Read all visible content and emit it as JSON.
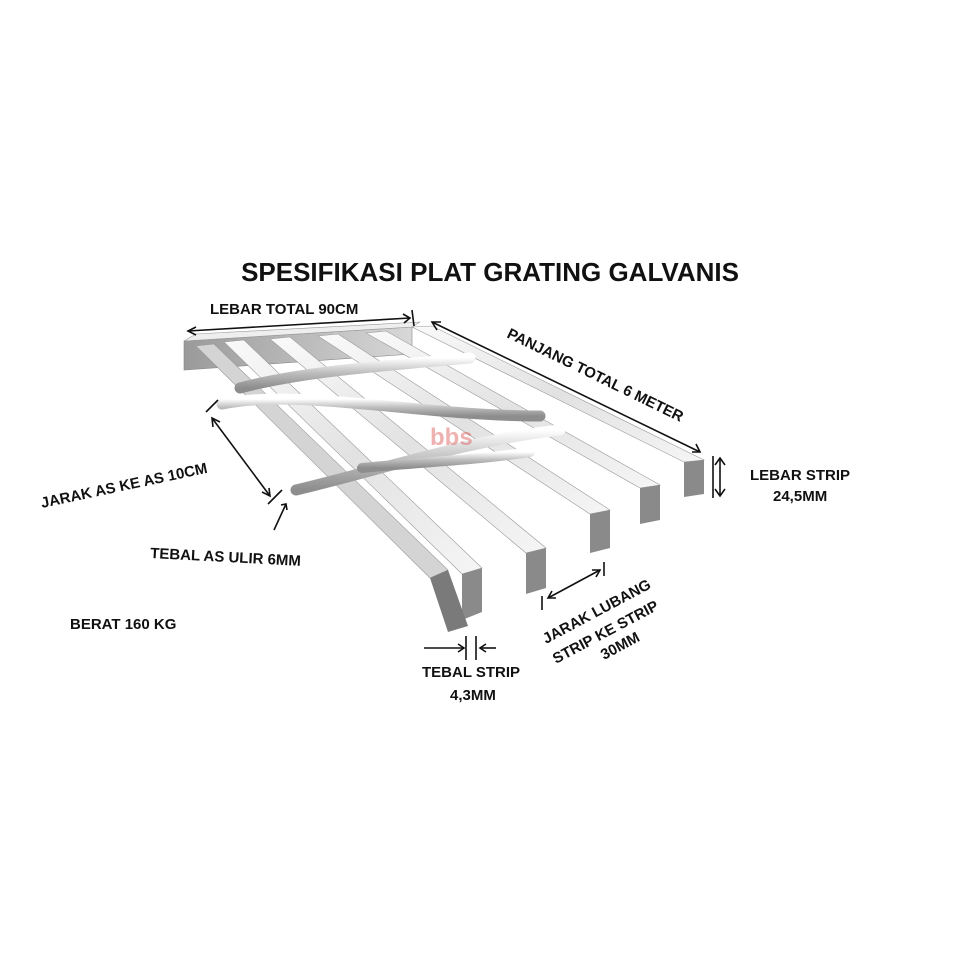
{
  "title": "SPESIFIKASI PLAT GRATING GALVANIS",
  "labels": {
    "lebar_total": "LEBAR TOTAL 90CM",
    "panjang_total": "PANJANG TOTAL 6 METER",
    "lebar_strip_1": "LEBAR STRIP",
    "lebar_strip_2": "24,5MM",
    "jarak_as": "JARAK AS KE AS 10CM",
    "tebal_as": "TEBAL AS ULIR 6MM",
    "berat": "BERAT 160 KG",
    "tebal_strip_1": "TEBAL STRIP",
    "tebal_strip_2": "4,3MM",
    "jarak_lubang_1": "JARAK LUBANG",
    "jarak_lubang_2": "STRIP KE STRIP",
    "jarak_lubang_3": "30MM"
  },
  "watermark": "bbs",
  "colors": {
    "metal_light": "#f1f1f1",
    "metal_mid": "#c8c8c8",
    "metal_dark": "#7a7a7a",
    "watermark": "#d9534f"
  }
}
